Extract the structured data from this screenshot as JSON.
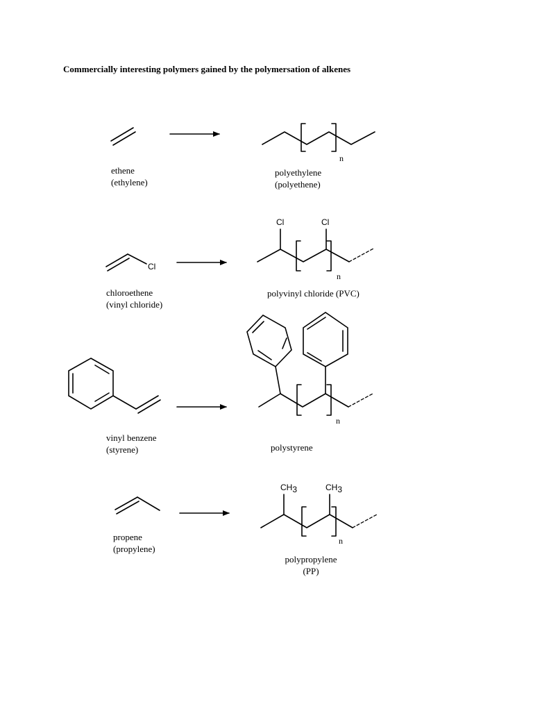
{
  "title": "Commercially interesting polymers gained by the polymersation of alkenes",
  "rows": [
    {
      "monomer_lines": [
        "ethene",
        "(ethylene)"
      ],
      "polymer_lines": [
        "polyethylene",
        "(polyethene)"
      ],
      "repeat_label": "n"
    },
    {
      "monomer_lines": [
        "chloroethene",
        "(vinyl chloride)"
      ],
      "polymer_lines": [
        "polyvinyl chloride (PVC)"
      ],
      "substituent": "Cl",
      "repeat_label": "n"
    },
    {
      "monomer_lines": [
        "vinyl benzene",
        "(styrene)"
      ],
      "polymer_lines": [
        "polystyrene"
      ],
      "repeat_label": "n"
    },
    {
      "monomer_lines": [
        "propene",
        "(propylene)"
      ],
      "polymer_lines": [
        "polypropylene",
        "(PP)"
      ],
      "substituent": "CH",
      "substituent_sub": "3",
      "repeat_label": "n"
    }
  ]
}
